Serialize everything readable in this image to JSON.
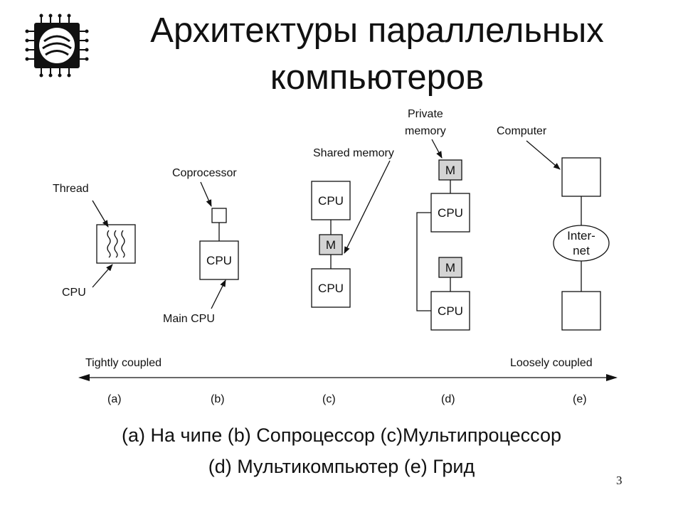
{
  "slide": {
    "title_line1": "Архитектуры параллельных",
    "title_line2": "компьютеров",
    "caption_line1": "(a) На чипе (b) Сопроцессор (c)Мультипроцессор",
    "caption_line2": "(d) Мультикомпьютер (e) Грид",
    "page_number": "3",
    "logo_icon": "chip-logo-icon"
  },
  "diagram": {
    "a": {
      "thread": "Thread",
      "cpu": "CPU",
      "letter": "(a)"
    },
    "b": {
      "coprocessor": "Coprocessor",
      "cpu": "CPU",
      "main_cpu": "Main CPU",
      "letter": "(b)"
    },
    "c": {
      "shared_memory": "Shared memory",
      "cpu_top": "CPU",
      "memory": "M",
      "cpu_bottom": "CPU",
      "letter": "(c)"
    },
    "d": {
      "private_line1": "Private",
      "private_line2": "memory",
      "m_top": "M",
      "cpu_top": "CPU",
      "m_bottom": "M",
      "cpu_bottom": "CPU",
      "letter": "(d)"
    },
    "e": {
      "computer": "Computer",
      "internet_line1": "Inter-",
      "internet_line2": "net",
      "letter": "(e)"
    },
    "axis": {
      "left": "Tightly coupled",
      "right": "Loosely coupled"
    },
    "colors": {
      "memory_fill": "#d4d4d4",
      "line": "#111111"
    }
  }
}
